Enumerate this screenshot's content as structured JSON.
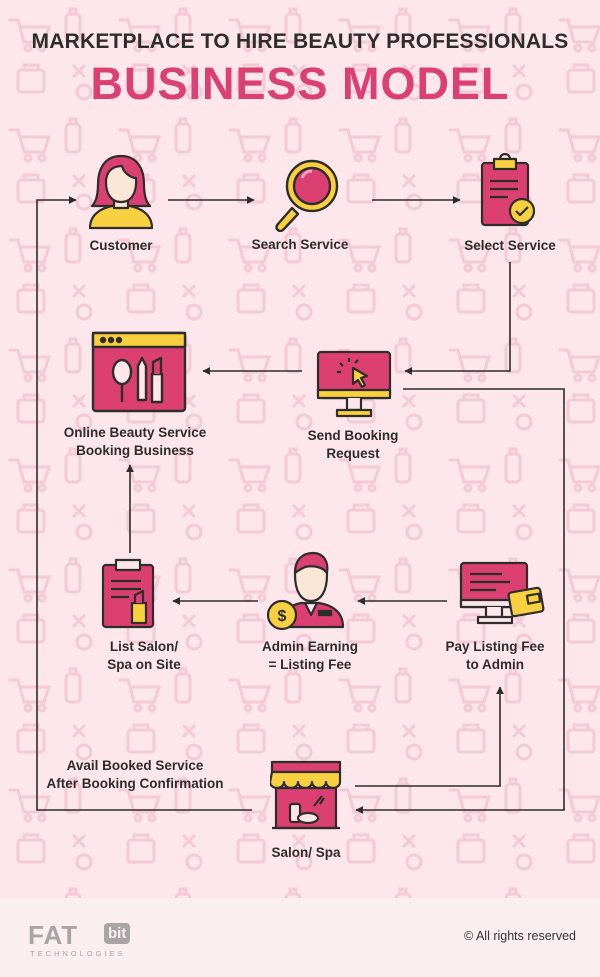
{
  "title": {
    "line1": "MARKETPLACE TO HIRE BEAUTY PROFESSIONALS",
    "line2": "BUSINESS MODEL"
  },
  "steps": {
    "customer": "Customer",
    "search_service": "Search Service",
    "select_service": "Select Service",
    "send_booking_1": "Send Booking",
    "send_booking_2": "Request",
    "online_business_1": "Online Beauty Service",
    "online_business_2": "Booking Business",
    "list_salon_1": "List Salon/",
    "list_salon_2": "Spa on Site",
    "admin_earning_1": "Admin Earning",
    "admin_earning_2": "= Listing Fee",
    "pay_fee_1": "Pay Listing Fee",
    "pay_fee_2": "to Admin",
    "avail_1": "Avail Booked Service",
    "avail_2": "After Booking Confirmation",
    "salon_spa": "Salon/ Spa"
  },
  "footer": {
    "logo_main": "FAT",
    "logo_bit": "bit",
    "logo_sub": "TECHNOLOGIES",
    "copyright": "© All rights reserved"
  },
  "colors": {
    "accent": "#dc3f72",
    "background": "#fde6ec",
    "icon_yellow": "#f9d03f",
    "outline": "#2d2d2d"
  },
  "icons": [
    "woman-avatar-icon",
    "magnifier-icon",
    "clipboard-check-icon",
    "monitor-cursor-icon",
    "browser-cosmetics-icon",
    "clipboard-lipstick-icon",
    "businessman-dollar-icon",
    "monitor-wallet-icon",
    "salon-storefront-icon"
  ]
}
